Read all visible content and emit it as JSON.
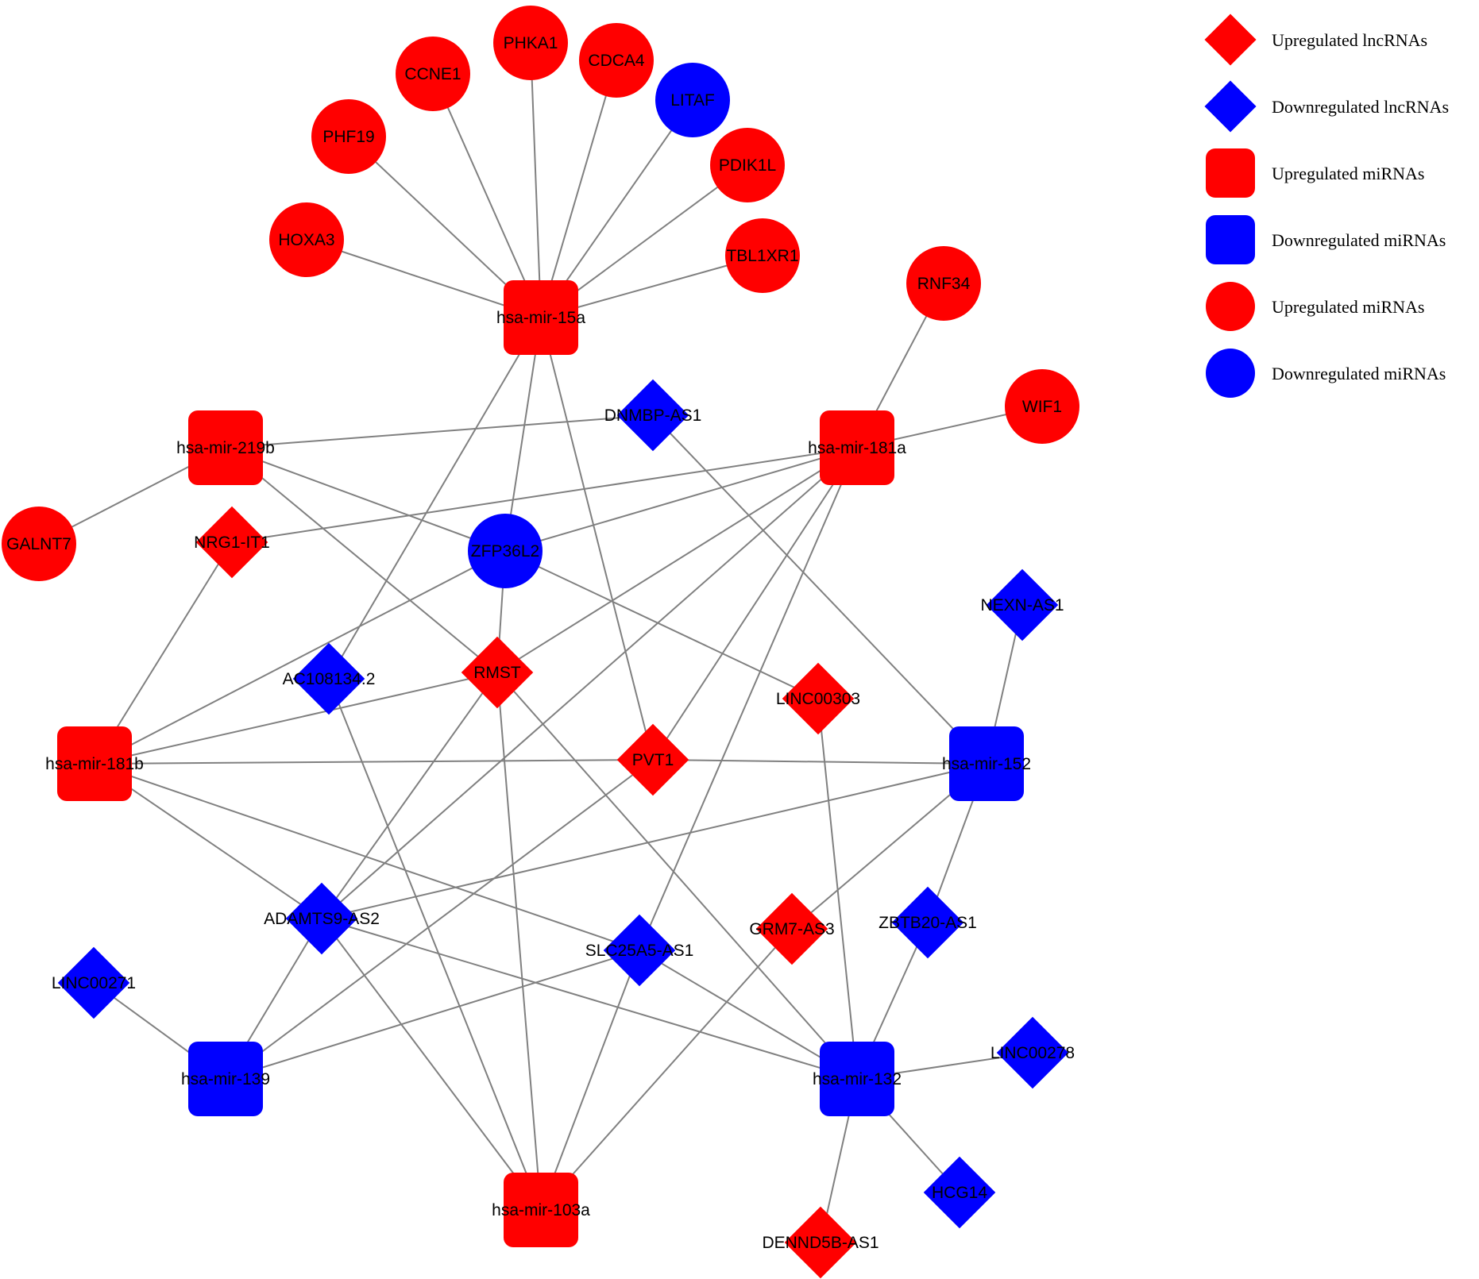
{
  "colors": {
    "up": "#ff0000",
    "down": "#0000ff",
    "edge": "#808080"
  },
  "legend": [
    {
      "shape": "diamond",
      "status": "up",
      "label": "Upregulated lncRNAs"
    },
    {
      "shape": "diamond",
      "status": "down",
      "label": "Downregulated lncRNAs"
    },
    {
      "shape": "square",
      "status": "up",
      "label": "Upregulated miRNAs"
    },
    {
      "shape": "square",
      "status": "down",
      "label": "Downregulated miRNAs"
    },
    {
      "shape": "circle",
      "status": "up",
      "label": "Upregulated miRNAs"
    },
    {
      "shape": "circle",
      "status": "down",
      "label": "Downregulated miRNAs"
    }
  ],
  "nodes": [
    {
      "id": "hsa-mir-15a",
      "shape": "square",
      "status": "up"
    },
    {
      "id": "hsa-mir-219b",
      "shape": "square",
      "status": "up"
    },
    {
      "id": "hsa-mir-181a",
      "shape": "square",
      "status": "up"
    },
    {
      "id": "hsa-mir-181b",
      "shape": "square",
      "status": "up"
    },
    {
      "id": "hsa-mir-103a",
      "shape": "square",
      "status": "up"
    },
    {
      "id": "hsa-mir-152",
      "shape": "square",
      "status": "down"
    },
    {
      "id": "hsa-mir-139",
      "shape": "square",
      "status": "down"
    },
    {
      "id": "hsa-mir-132",
      "shape": "square",
      "status": "down"
    },
    {
      "id": "PHKA1",
      "shape": "circle",
      "status": "up"
    },
    {
      "id": "CCNE1",
      "shape": "circle",
      "status": "up"
    },
    {
      "id": "CDCA4",
      "shape": "circle",
      "status": "up"
    },
    {
      "id": "LITAF",
      "shape": "circle",
      "status": "down"
    },
    {
      "id": "PHF19",
      "shape": "circle",
      "status": "up"
    },
    {
      "id": "PDIK1L",
      "shape": "circle",
      "status": "up"
    },
    {
      "id": "HOXA3",
      "shape": "circle",
      "status": "up"
    },
    {
      "id": "TBL1XR1",
      "shape": "circle",
      "status": "up"
    },
    {
      "id": "RNF34",
      "shape": "circle",
      "status": "up"
    },
    {
      "id": "WIF1",
      "shape": "circle",
      "status": "up"
    },
    {
      "id": "GALNT7",
      "shape": "circle",
      "status": "up"
    },
    {
      "id": "ZFP36L2",
      "shape": "circle",
      "status": "down"
    },
    {
      "id": "DNMBP-AS1",
      "shape": "diamond",
      "status": "down"
    },
    {
      "id": "NRG1-IT1",
      "shape": "diamond",
      "status": "up"
    },
    {
      "id": "NEXN-AS1",
      "shape": "diamond",
      "status": "down"
    },
    {
      "id": "AC108134.2",
      "shape": "diamond",
      "status": "down"
    },
    {
      "id": "RMST",
      "shape": "diamond",
      "status": "up"
    },
    {
      "id": "LINC00303",
      "shape": "diamond",
      "status": "up"
    },
    {
      "id": "PVT1",
      "shape": "diamond",
      "status": "up"
    },
    {
      "id": "ADAMTS9-AS2",
      "shape": "diamond",
      "status": "down"
    },
    {
      "id": "GRM7-AS3",
      "shape": "diamond",
      "status": "up"
    },
    {
      "id": "ZBTB20-AS1",
      "shape": "diamond",
      "status": "down"
    },
    {
      "id": "SLC25A5-AS1",
      "shape": "diamond",
      "status": "down"
    },
    {
      "id": "LINC00271",
      "shape": "diamond",
      "status": "down"
    },
    {
      "id": "LINC00278",
      "shape": "diamond",
      "status": "down"
    },
    {
      "id": "HCG14",
      "shape": "diamond",
      "status": "down"
    },
    {
      "id": "DENND5B-AS1",
      "shape": "diamond",
      "status": "up"
    }
  ],
  "edges": [
    [
      "hsa-mir-15a",
      "HOXA3"
    ],
    [
      "hsa-mir-15a",
      "PHF19"
    ],
    [
      "hsa-mir-15a",
      "CCNE1"
    ],
    [
      "hsa-mir-15a",
      "PHKA1"
    ],
    [
      "hsa-mir-15a",
      "CDCA4"
    ],
    [
      "hsa-mir-15a",
      "LITAF"
    ],
    [
      "hsa-mir-15a",
      "PDIK1L"
    ],
    [
      "hsa-mir-15a",
      "TBL1XR1"
    ],
    [
      "hsa-mir-15a",
      "AC108134.2"
    ],
    [
      "hsa-mir-15a",
      "ZFP36L2"
    ],
    [
      "hsa-mir-15a",
      "PVT1"
    ],
    [
      "hsa-mir-219b",
      "DNMBP-AS1"
    ],
    [
      "hsa-mir-219b",
      "GALNT7"
    ],
    [
      "hsa-mir-219b",
      "ZFP36L2"
    ],
    [
      "hsa-mir-219b",
      "RMST"
    ],
    [
      "hsa-mir-181a",
      "RNF34"
    ],
    [
      "hsa-mir-181a",
      "WIF1"
    ],
    [
      "hsa-mir-181a",
      "NRG1-IT1"
    ],
    [
      "hsa-mir-181a",
      "ZFP36L2"
    ],
    [
      "hsa-mir-181a",
      "RMST"
    ],
    [
      "hsa-mir-181a",
      "ADAMTS9-AS2"
    ],
    [
      "hsa-mir-181a",
      "PVT1"
    ],
    [
      "hsa-mir-181a",
      "SLC25A5-AS1"
    ],
    [
      "hsa-mir-181b",
      "NRG1-IT1"
    ],
    [
      "hsa-mir-181b",
      "ZFP36L2"
    ],
    [
      "hsa-mir-181b",
      "RMST"
    ],
    [
      "hsa-mir-181b",
      "PVT1"
    ],
    [
      "hsa-mir-181b",
      "ADAMTS9-AS2"
    ],
    [
      "hsa-mir-181b",
      "SLC25A5-AS1"
    ],
    [
      "ZFP36L2",
      "RMST"
    ],
    [
      "ZFP36L2",
      "LINC00303"
    ],
    [
      "DNMBP-AS1",
      "hsa-mir-152"
    ],
    [
      "hsa-mir-152",
      "NEXN-AS1"
    ],
    [
      "hsa-mir-152",
      "PVT1"
    ],
    [
      "hsa-mir-152",
      "ADAMTS9-AS2"
    ],
    [
      "hsa-mir-152",
      "GRM7-AS3"
    ],
    [
      "hsa-mir-152",
      "ZBTB20-AS1"
    ],
    [
      "AC108134.2",
      "hsa-mir-103a"
    ],
    [
      "RMST",
      "hsa-mir-103a"
    ],
    [
      "RMST",
      "ADAMTS9-AS2"
    ],
    [
      "RMST",
      "hsa-mir-132"
    ],
    [
      "LINC00303",
      "hsa-mir-132"
    ],
    [
      "PVT1",
      "hsa-mir-139"
    ],
    [
      "ADAMTS9-AS2",
      "hsa-mir-139"
    ],
    [
      "ADAMTS9-AS2",
      "hsa-mir-103a"
    ],
    [
      "ADAMTS9-AS2",
      "hsa-mir-132"
    ],
    [
      "SLC25A5-AS1",
      "hsa-mir-139"
    ],
    [
      "SLC25A5-AS1",
      "hsa-mir-103a"
    ],
    [
      "SLC25A5-AS1",
      "hsa-mir-132"
    ],
    [
      "GRM7-AS3",
      "hsa-mir-103a"
    ],
    [
      "ZBTB20-AS1",
      "hsa-mir-132"
    ],
    [
      "LINC00271",
      "hsa-mir-139"
    ],
    [
      "hsa-mir-132",
      "LINC00278"
    ],
    [
      "hsa-mir-132",
      "HCG14"
    ],
    [
      "hsa-mir-132",
      "DENND5B-AS1"
    ]
  ]
}
